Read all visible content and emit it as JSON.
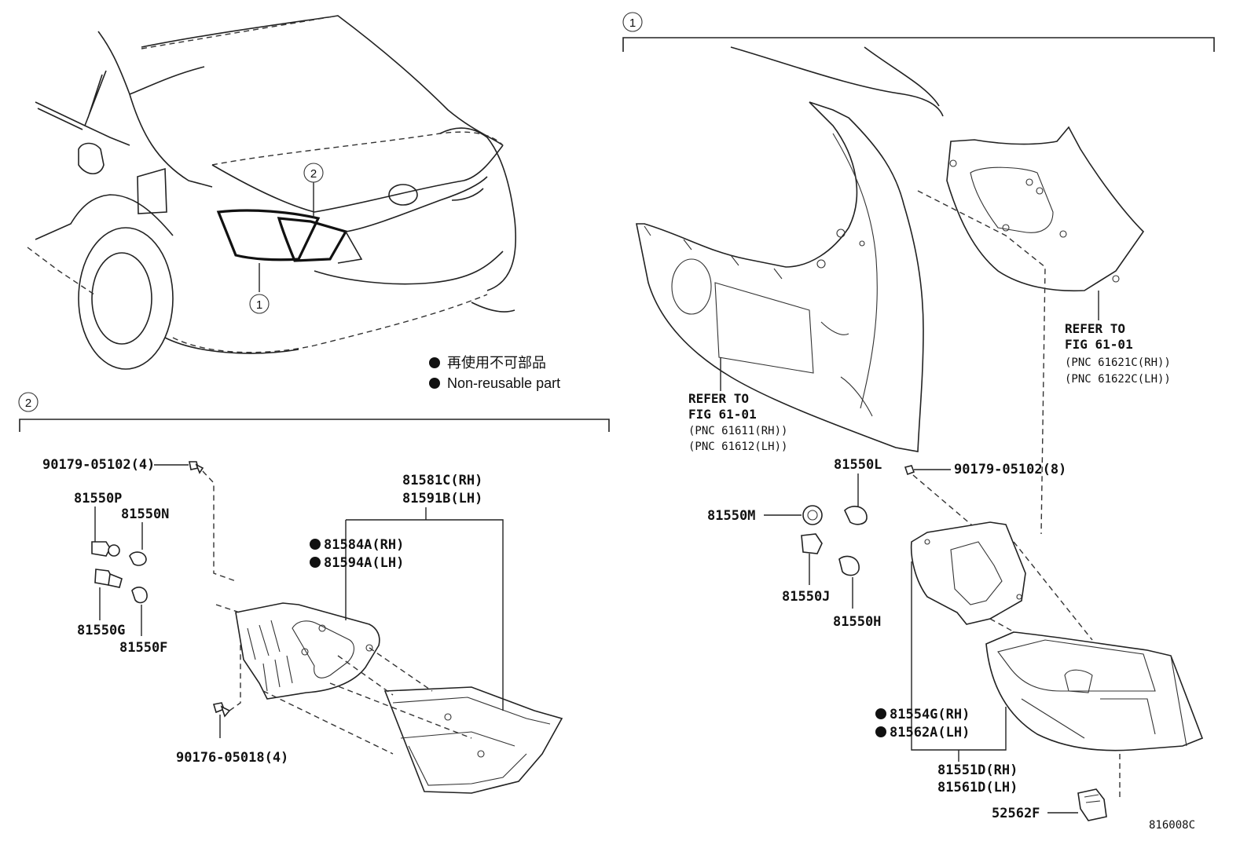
{
  "legend": {
    "line_jp": "再使用不可部品",
    "line_en": "Non-reusable part"
  },
  "callouts": {
    "one": "1",
    "two": "2"
  },
  "figure_code": "816008C",
  "section2": {
    "bolt_top": "90179-05102(4)",
    "bolt_bottom": "90176-05018(4)",
    "socket_top": "81550P",
    "bulb_top": "81550N",
    "socket_bottom": "81550G",
    "bulb_bottom": "81550F",
    "lamp_rh": "81581C(RH)",
    "lamp_lh": "81591B(LH)",
    "gasket_rh": "81584A(RH)",
    "gasket_lh": "81594A(LH)"
  },
  "section1": {
    "refer_left": {
      "line1": "REFER TO",
      "line2": "FIG 61-01",
      "pnc1": "(PNC 61611(RH))",
      "pnc2": "(PNC 61612(LH))"
    },
    "refer_right": {
      "line1": "REFER TO",
      "line2": "FIG 61-01",
      "pnc1": "(PNC 61621C(RH))",
      "pnc2": "(PNC 61622C(LH))"
    },
    "bolt": "90179-05102(8)",
    "bulb_l": "81550L",
    "socket_m": "81550M",
    "socket_j": "81550J",
    "bulb_h": "81550H",
    "gasket_rh": "81554G(RH)",
    "gasket_lh": "81562A(LH)",
    "lamp_rh": "81551D(RH)",
    "lamp_lh": "81561D(LH)",
    "clip": "52562F"
  }
}
